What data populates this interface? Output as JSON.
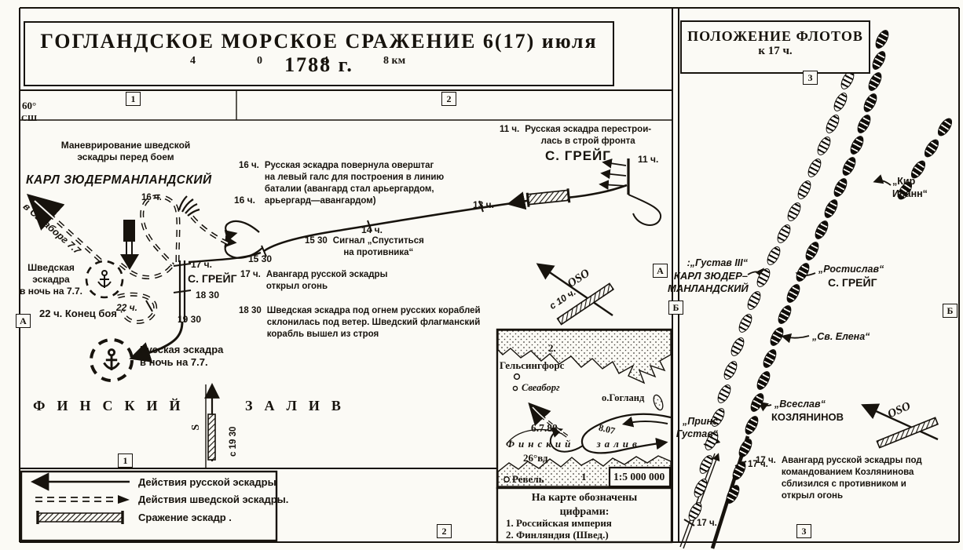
{
  "figure": {
    "title": "ГОГЛАНДСКОЕ МОРСКОЕ СРАЖЕНИЕ 6(17) июля 1788 г.",
    "scale": {
      "n1": "4",
      "n2": "0",
      "n3": "4",
      "n4": "8 км"
    }
  },
  "markers": {
    "col1_top": "1",
    "col2_top": "2",
    "col1_bot": "1",
    "col2_bot": "2",
    "col3_top": "3",
    "col3_bot": "3",
    "a_left": "А",
    "a_right": "А",
    "b_left": "Б",
    "b_right": "Б"
  },
  "coords": {
    "lat": "60°",
    "lat_sub": "СШ",
    "lon": "26°вд"
  },
  "main_map": {
    "maneuver_note": "Маневрирование шведской\nэскадры перед боем",
    "swedish_commander": "КАРЛ ЗЮДЕРМАНЛАНДСКИЙ",
    "to_sveaborg": "в Свеаборг 7.7",
    "swedish_anchorage": "Шведская\nэскадра\nв ночь на 7.7.",
    "end_of_battle": "22 ч. Конец боя",
    "russian_anchorage": "Русская эскадра\nв ночь на 7.7.",
    "greig_right": "С. ГРЕЙГ",
    "greig_left": "С. ГРЕЙГ",
    "sea_name": "ФИНСКИЙ ЗАЛИВ",
    "wind_oso": "OSO",
    "wind_oso_time": "с 10 ч.",
    "wind_s": "S",
    "wind_s_time": "с 19 30",
    "events": {
      "e11": {
        "time": "11 ч.",
        "text": "Русская эскадра перестрои-\nлась в строй фронта"
      },
      "e16": {
        "time": "16 ч.",
        "text": "Русская эскадра повернула оверштаг\nна левый галс для построения в линию\nбаталии (авангард стал арьергардом,\nарьергард—авангардом)"
      },
      "e1530": {
        "time": "15 30",
        "text": "Сигнал „Спуститься\nна противника“"
      },
      "e17": {
        "time": "17 ч.",
        "text": "Авангард русской эскадры\nоткрыл огонь"
      },
      "e1830": {
        "time": "18 30",
        "text": "Шведская эскадра под огнем русских кораблей\nсклонилась под ветер. Шведский флагманский\nкорабль вышел из строя"
      }
    },
    "times": {
      "t11": "11 ч.",
      "t13": "13 ч.",
      "t14": "14 ч.",
      "t1530": "15 30",
      "t16_loop": "16 ч.",
      "t16_knot": "16 ч.",
      "t17": "17 ч.",
      "t1830": "18 30",
      "t1930": "19 30",
      "t22": "22 ч."
    }
  },
  "legend": {
    "russian": "Действия русской эскадры",
    "swedish": "Действия шведской эскадры.",
    "battle": "Сражение эскадр ."
  },
  "inset": {
    "num2": "2.",
    "helsingfors": "Гельсингфорс",
    "sveaborg": "Свеаборг",
    "hogland": "о.Гогланд",
    "date1": "6.7.88",
    "date2": "8.07",
    "sea": "Финский залив",
    "revel": "Ревель",
    "num1": "1",
    "scale": "1:5 000 000",
    "caption_title": "На карте обозначены\nцифрами:",
    "caption_1": "1. Российская империя",
    "caption_2": "2. Финляндия (Швед.)"
  },
  "right_panel": {
    "title": "ПОЛОЖЕНИЕ ФЛОТОВ",
    "subtitle": "к 17 ч.",
    "kir_ioann": "„Кир\nИоанн“",
    "gustav3": ":„Густав III“",
    "karl_line1": "КАРЛ ЗЮДЕР–",
    "karl_line2": "МАНЛАНДСКИЙ",
    "rostislav": "„Ростислав“",
    "greig": "С. ГРЕЙГ",
    "sv_elena": "„Св. Елена“",
    "vseslav": "„Всеслав“",
    "kozlyaninov": "КОЗЛЯНИНОВ",
    "prins_gustav": "„Принс\nГустав“",
    "time_17_a": "17 ч.",
    "time_17_b": "17 ч.",
    "wind": "OSO",
    "event_17": {
      "time": "17 ч.",
      "text": "Авангард русской эскадры под\nкомандованием  Козлянинова\nсблизился с противником и\nоткрыл огонь"
    },
    "fleets": [
      {
        "name": "swedish-fleet",
        "cls": "sw",
        "angle": -62,
        "ships": [
          [
            885,
            652
          ],
          [
            892,
            622
          ],
          [
            899,
            592
          ],
          [
            906,
            562
          ],
          [
            914,
            532
          ],
          [
            922,
            502
          ],
          [
            930,
            472
          ],
          [
            939,
            442
          ],
          [
            949,
            412
          ],
          [
            960,
            383
          ],
          [
            972,
            354
          ],
          [
            985,
            326
          ],
          [
            998,
            298
          ],
          [
            1011,
            270
          ],
          [
            1024,
            242
          ],
          [
            1037,
            214
          ],
          [
            1049,
            186
          ],
          [
            1060,
            158
          ],
          [
            1070,
            130
          ],
          [
            1079,
            102
          ]
        ]
      },
      {
        "name": "russian-fleet",
        "cls": "ru",
        "angle": -62,
        "ships": [
          [
            933,
            630
          ],
          [
            941,
            600
          ],
          [
            949,
            571
          ],
          [
            957,
            542
          ],
          [
            964,
            513
          ],
          [
            972,
            485
          ],
          [
            980,
            457
          ],
          [
            989,
            429
          ],
          [
            999,
            401
          ],
          [
            1010,
            374
          ],
          [
            1022,
            347
          ],
          [
            1034,
            320
          ],
          [
            1046,
            293
          ],
          [
            1058,
            266
          ],
          [
            1070,
            239
          ],
          [
            1081,
            212
          ],
          [
            1091,
            185
          ],
          [
            1100,
            158
          ],
          [
            1108,
            131
          ],
          [
            1114,
            104
          ],
          [
            1119,
            77
          ],
          [
            1123,
            50
          ]
        ]
      },
      {
        "name": "kir-ioann-group",
        "cls": "ru",
        "angle": -56,
        "ships": [
          [
            1203,
            162
          ],
          [
            1186,
            189
          ],
          [
            1169,
            216
          ],
          [
            1152,
            243
          ]
        ]
      }
    ]
  }
}
